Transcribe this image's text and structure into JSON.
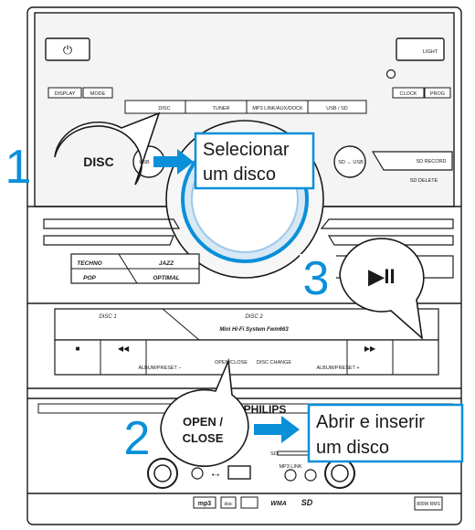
{
  "device": {
    "buttons": {
      "light": "LIGHT",
      "display": "DISPLAY",
      "mode": "MODE",
      "disc": "DISC",
      "tuner": "TUNER",
      "mp3link": "MP3 LINK/AUX/DOCK",
      "usbsd": "USB / SD",
      "clock": "CLOCK",
      "prog": "PROG",
      "usb_left": "USB",
      "sd_usb": "SD ↔ USB",
      "sd_record": "SD RECORD",
      "sd_delete": "SD DELETE",
      "techno": "TECHNO",
      "jazz": "JAZZ",
      "pop": "POP",
      "optimal": "OPTIMAL",
      "disc1": "DISC 1",
      "disc2": "DISC 2",
      "model": "Mini Hi-Fi System Fwm663",
      "album_minus": "ALBUM/PRESET −",
      "open_close": "OPEN/CLOSE",
      "disc_change": "DISC CHANGE",
      "album_plus": "ALBUM/PRESET +",
      "brand": "PHILIPS",
      "mp3link_port": "MP3 LINK",
      "sd_port": "SD",
      "power_rating": "800W RMS"
    },
    "logos": [
      "mp3",
      "disc",
      "WMA",
      "SD"
    ]
  },
  "callouts": [
    {
      "number": "1",
      "bubble": "DISC",
      "box_line1": "Selecionar",
      "box_line2": "um disco"
    },
    {
      "number": "2",
      "bubble_line1": "OPEN /",
      "bubble_line2": "CLOSE",
      "box_line1": "Abrir e inserir",
      "box_line2": "um disco"
    },
    {
      "number": "3",
      "bubble": "▶II"
    }
  ],
  "colors": {
    "accent": "#0a8fd9",
    "panel": "#1a1a1a",
    "panel_fill": "#f3f3f3",
    "bubble_border": "#1a1a1a"
  }
}
